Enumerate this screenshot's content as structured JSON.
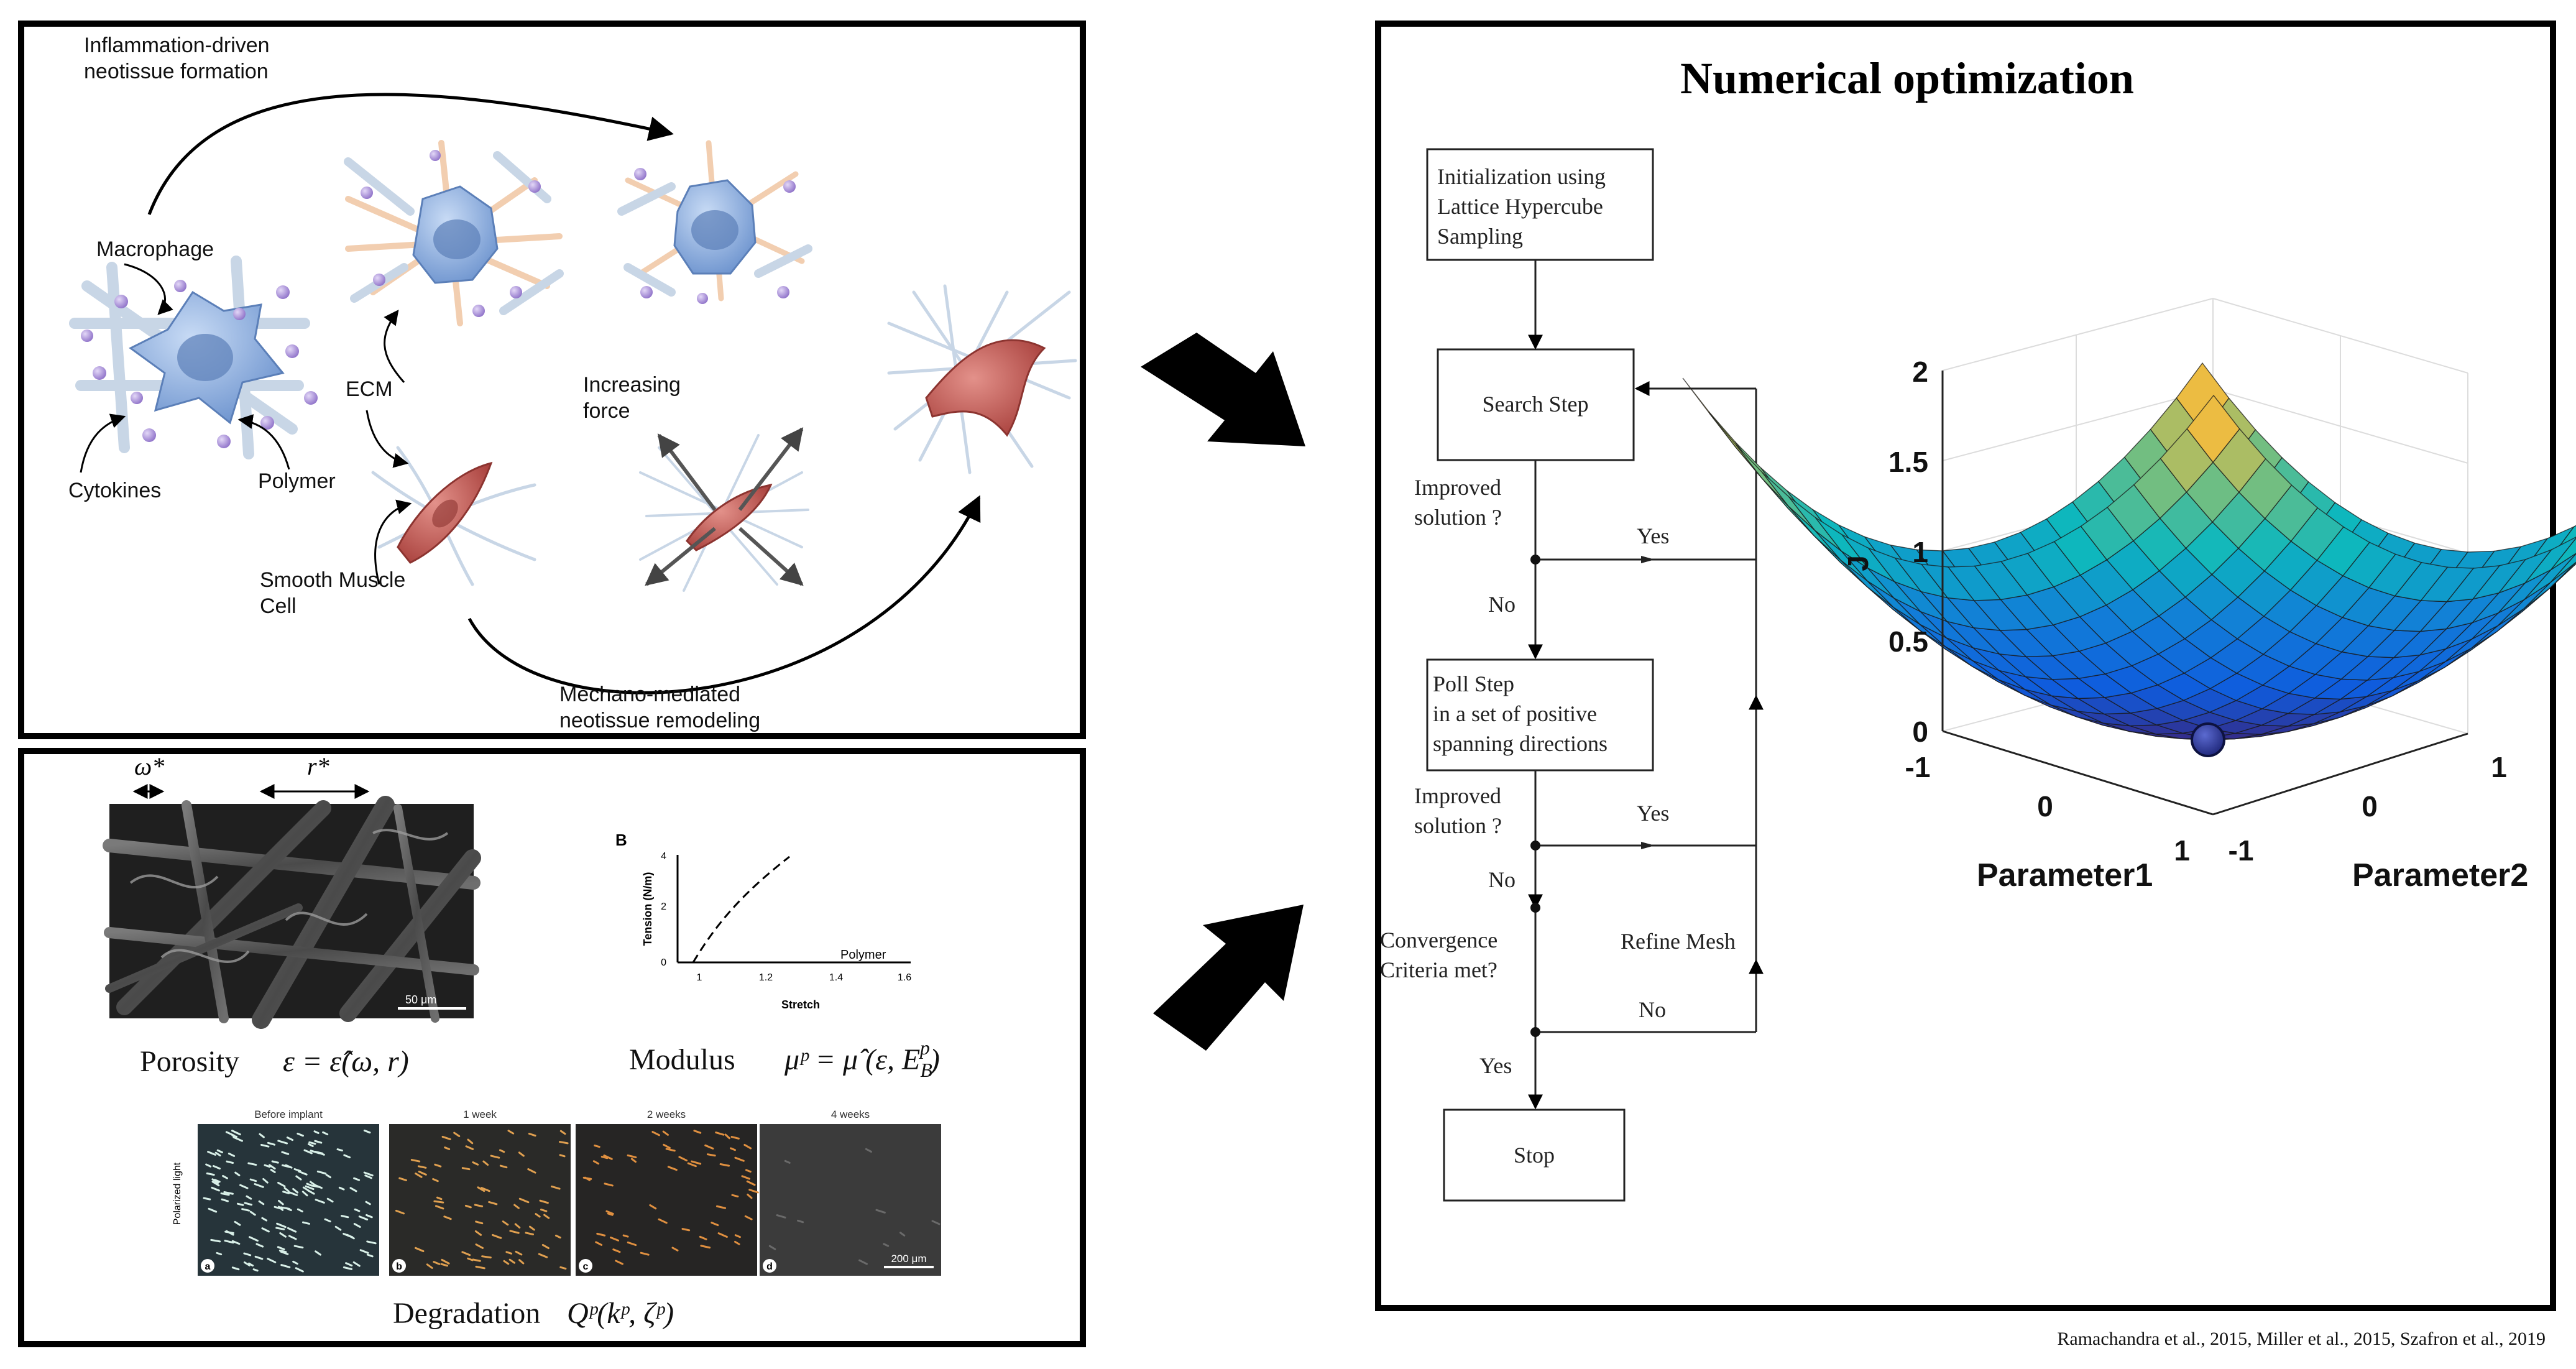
{
  "panel_tl": {
    "labels": {
      "inflammation": [
        "Inflammation-driven",
        "neotissue formation"
      ],
      "macrophage": "Macrophage",
      "ecm": "ECM",
      "cytokines": "Cytokines",
      "polymer": "Polymer",
      "smc": [
        "Smooth Muscle",
        "Cell"
      ],
      "force": [
        "Increasing",
        "force"
      ],
      "mechano": [
        "Mechano-mediated",
        "neotissue remodeling"
      ]
    }
  },
  "panel_bl": {
    "omega": "ω*",
    "r": "r*",
    "sem_scale": "50 μm",
    "graph": {
      "panel_letter": "B",
      "ylabel": "Tension (N/m)",
      "xlabel": "Stretch",
      "curve_label": "Polymer",
      "yticks": [
        "0",
        "2",
        "4"
      ],
      "xticks": [
        "1",
        "1.2",
        "1.4",
        "1.6"
      ]
    },
    "porosity": {
      "label": "Porosity",
      "formula": "ε = ε̂(ω, r)"
    },
    "modulus": {
      "label": "Modulus",
      "formula": "μᵖ = μ̂ (ε, E",
      "sub": "B",
      "sup": "p",
      "close": ")"
    },
    "micro": {
      "side_label": "Polarized light",
      "titles": [
        "Before implant",
        "1 week",
        "2 weeks",
        "4 weeks"
      ],
      "letters": [
        "a",
        "b",
        "c",
        "d"
      ],
      "scale": "200 μm"
    },
    "degradation": {
      "label": "Degradation",
      "formula": "Qᵖ(kᵖ, ζᵖ)"
    }
  },
  "panel_right": {
    "title": "Numerical optimization",
    "flow": {
      "init": [
        "Initialization using",
        "Lattice  Hypercube",
        "Sampling"
      ],
      "search": "Search Step",
      "improved1": [
        "Improved",
        "solution ?"
      ],
      "yes1": "Yes",
      "no1": "No",
      "poll": [
        "Poll Step",
        "in a set of positive",
        "spanning directions"
      ],
      "improved2": [
        "Improved",
        "solution ?"
      ],
      "yes2": "Yes",
      "no2": "No",
      "convergence": [
        "Convergence",
        "Criteria met?"
      ],
      "refine": "Refine Mesh",
      "no3": "No",
      "yes3": "Yes",
      "stop": "Stop"
    },
    "surface": {
      "zlabel": "J",
      "zticks": [
        "0",
        "0.5",
        "1",
        "1.5",
        "2"
      ],
      "xlabel": "Parameter1",
      "ylabel": "Parameter2",
      "xticks": [
        "-1",
        "0",
        "1"
      ],
      "yticks": [
        "-1",
        "0",
        "1"
      ]
    }
  },
  "citation": "Ramachandra et al., 2015, Miller et al., 2015, Szafron et al., 2019",
  "colors": {
    "macrophage": "#8aaee0",
    "smc": "#c9605a",
    "dot": "#a991d6",
    "fiber": "#c8d6e6",
    "surface_min": "#2b3a9b"
  }
}
